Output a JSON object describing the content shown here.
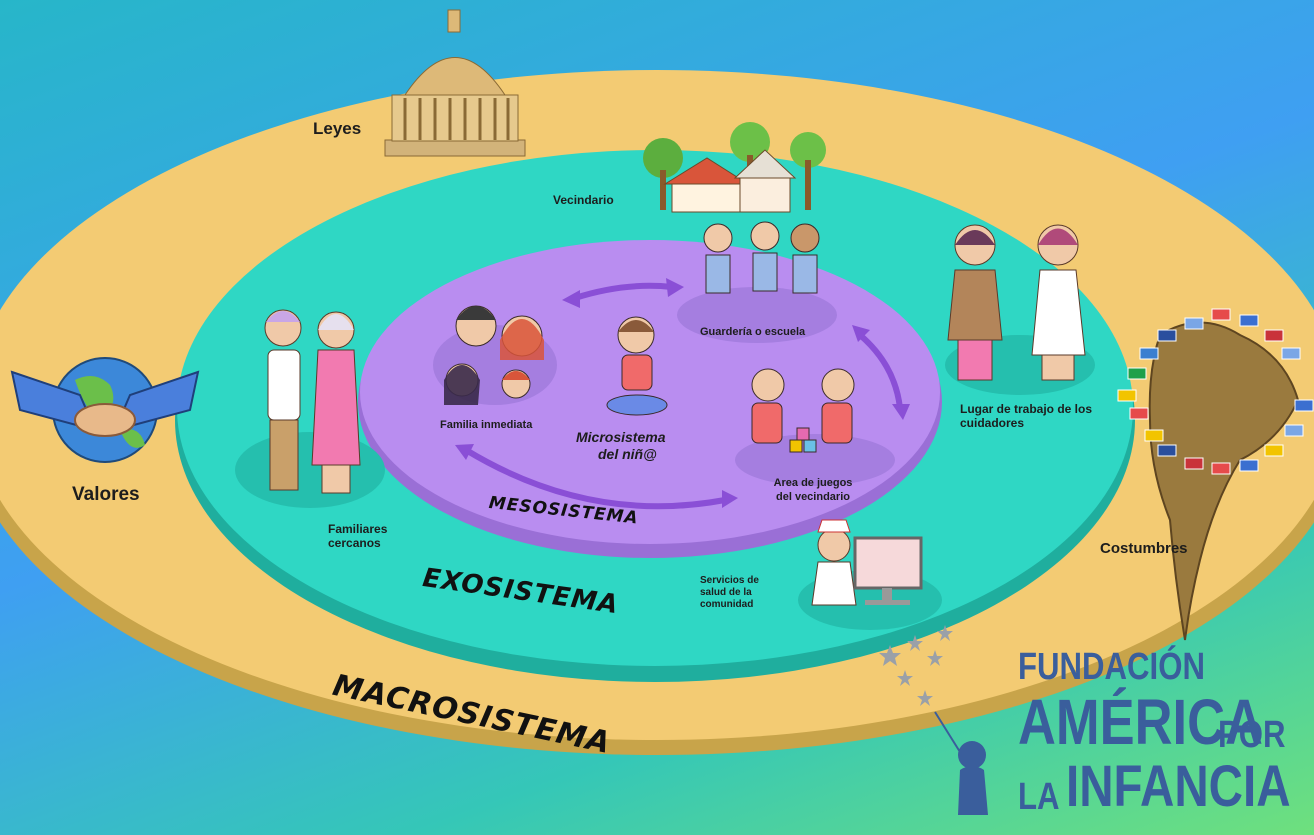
{
  "macro": {
    "title": "MACROSISTEMA",
    "laws": "Leyes",
    "values": "Valores",
    "customs": "Costumbres"
  },
  "exo": {
    "title": "EXOSISTEMA",
    "neighborhood": "Vecindario",
    "close_family": "Familiares cercanos",
    "workplace": "Lugar de trabajo de los cuidadores",
    "health_services": "Servicios de salud de la comunidad"
  },
  "meso": {
    "title": "MESOSISTEMA"
  },
  "micro": {
    "title_line1": "Microsistema",
    "title_line2": "del niñ@",
    "family": "Familia inmediata",
    "school": "Guardería o escuela",
    "playground": "Area de juegos del vecindario"
  },
  "logo": {
    "line1": "FUNDACIÓN",
    "line2a": "AMÉRICA",
    "line2b": "POR",
    "line3a": "LA",
    "line3b": "INFANCIA"
  },
  "colors": {
    "macro_ring": "#f3cb73",
    "exo_ring": "#2fd7c4",
    "meso_ring": "#b98df0",
    "logo": "#3a5e9c"
  }
}
